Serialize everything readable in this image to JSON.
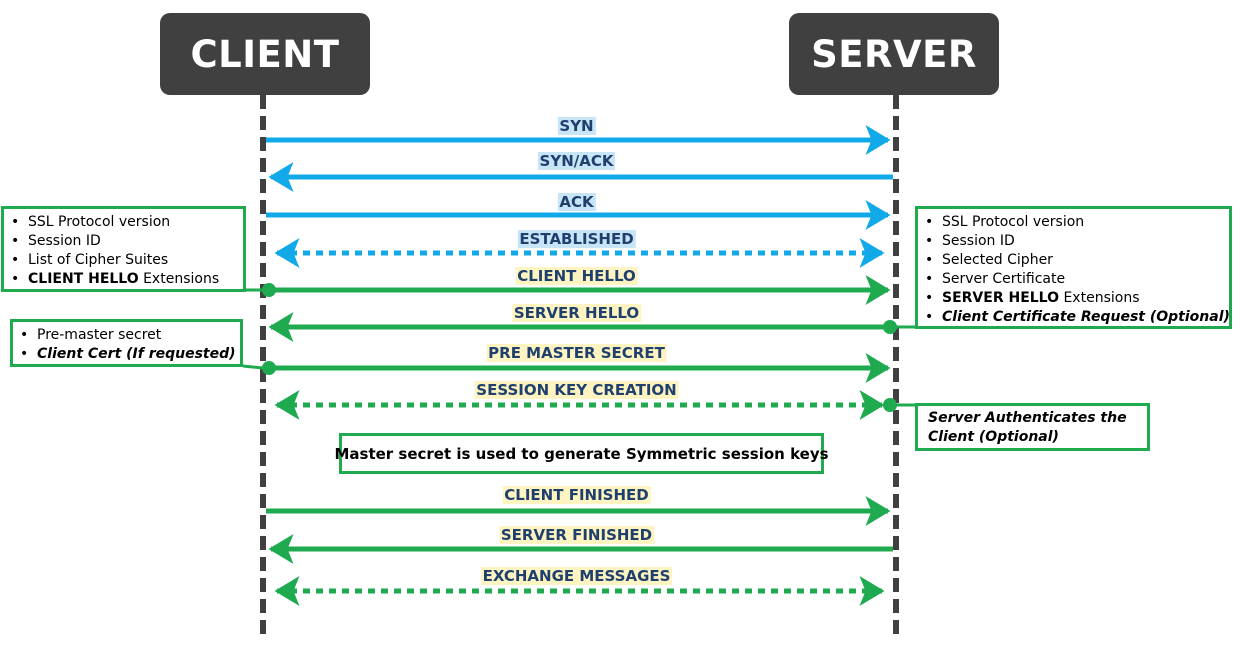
{
  "actors": {
    "client": "CLIENT",
    "server": "SERVER"
  },
  "colors": {
    "blue": "#12a9e8",
    "green": "#1faa4f",
    "actor_bg": "#404040",
    "lifeline": "#404040"
  },
  "messages": [
    {
      "label": "SYN",
      "dir": "right",
      "style": "solid",
      "color": "blue"
    },
    {
      "label": "SYN/ACK",
      "dir": "left",
      "style": "solid",
      "color": "blue"
    },
    {
      "label": "ACK",
      "dir": "right",
      "style": "solid",
      "color": "blue"
    },
    {
      "label": "ESTABLISHED",
      "dir": "both",
      "style": "dotted",
      "color": "blue"
    },
    {
      "label": "CLIENT HELLO",
      "dir": "right",
      "style": "solid",
      "color": "green"
    },
    {
      "label": "SERVER HELLO",
      "dir": "left",
      "style": "solid",
      "color": "green"
    },
    {
      "label": "PRE MASTER SECRET",
      "dir": "right",
      "style": "solid",
      "color": "green"
    },
    {
      "label": "SESSION KEY CREATION",
      "dir": "both",
      "style": "dotted",
      "color": "green"
    },
    {
      "label": "CLIENT FINISHED",
      "dir": "right",
      "style": "solid",
      "color": "green"
    },
    {
      "label": "SERVER FINISHED",
      "dir": "left",
      "style": "solid",
      "color": "green"
    },
    {
      "label": "EXCHANGE MESSAGES",
      "dir": "both",
      "style": "dotted",
      "color": "green"
    }
  ],
  "notes": {
    "client_hello": [
      {
        "text": "SSL Protocol version"
      },
      {
        "text": "Session ID"
      },
      {
        "text": "List of Cipher Suites"
      },
      {
        "bold": "CLIENT HELLO",
        "text": " Extensions"
      }
    ],
    "server_hello": [
      {
        "text": "SSL Protocol version"
      },
      {
        "text": "Session ID"
      },
      {
        "text": "Selected Cipher"
      },
      {
        "text": "Server Certificate"
      },
      {
        "bold": "SERVER HELLO",
        "text": " Extensions"
      },
      {
        "bolditalic": "Client Certificate Request (Optional)"
      }
    ],
    "pre_master": [
      {
        "text": "Pre-master secret"
      },
      {
        "bolditalic": "Client Cert (If requested)"
      }
    ],
    "server_auth": "Server Authenticates the Client (Optional)",
    "master_secret": "Master secret is used to generate Symmetric session keys"
  }
}
